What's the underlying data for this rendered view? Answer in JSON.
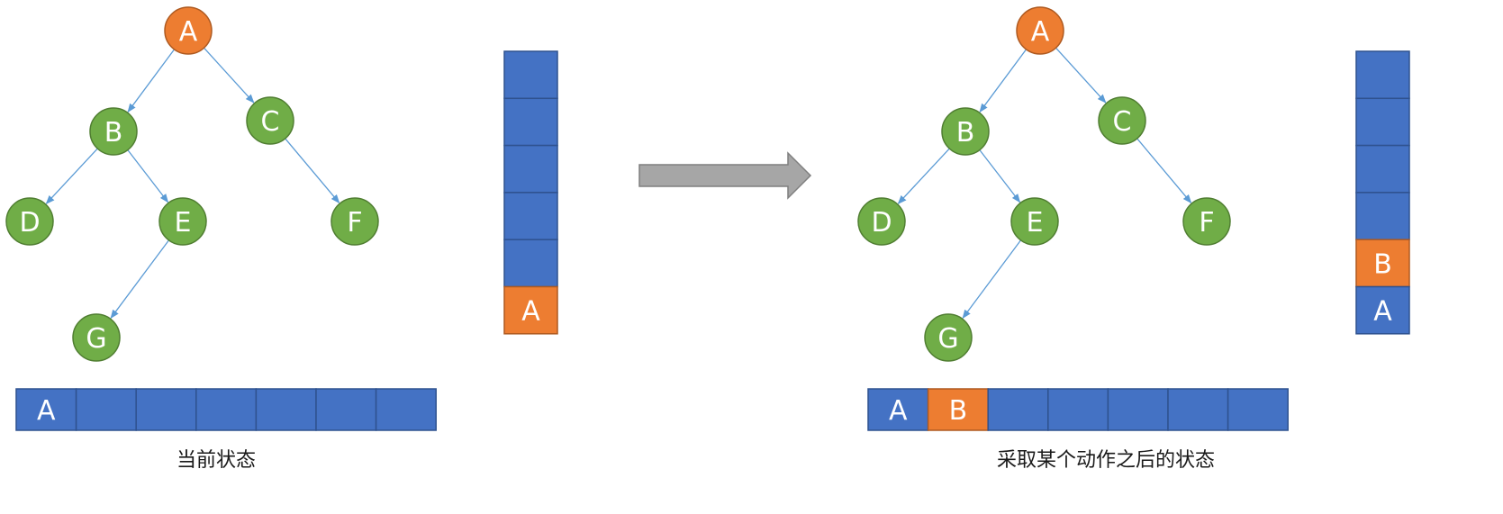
{
  "colors": {
    "node_green": "#70ad47",
    "node_green_stroke": "#507e32",
    "node_orange": "#ed7d31",
    "node_orange_stroke": "#ae5a21",
    "cell_blue": "#4472c4",
    "cell_blue_stroke": "#2f528f",
    "cell_orange": "#ed7d31",
    "edge": "#5b9bd5",
    "arrow_fill": "#a6a6a6",
    "arrow_stroke": "#7f7f7f"
  },
  "left": {
    "tree": {
      "nodes": [
        {
          "id": "A",
          "label": "A",
          "highlight": true
        },
        {
          "id": "B",
          "label": "B",
          "highlight": false
        },
        {
          "id": "C",
          "label": "C",
          "highlight": false
        },
        {
          "id": "D",
          "label": "D",
          "highlight": false
        },
        {
          "id": "E",
          "label": "E",
          "highlight": false
        },
        {
          "id": "F",
          "label": "F",
          "highlight": false
        },
        {
          "id": "G",
          "label": "G",
          "highlight": false
        }
      ],
      "edges": [
        [
          "A",
          "B"
        ],
        [
          "A",
          "C"
        ],
        [
          "B",
          "D"
        ],
        [
          "B",
          "E"
        ],
        [
          "C",
          "F"
        ],
        [
          "E",
          "G"
        ]
      ]
    },
    "stack": [
      "",
      "",
      "",
      "",
      "",
      "A"
    ],
    "stack_highlight": [
      5
    ],
    "queue": [
      "A",
      "",
      "",
      "",
      "",
      "",
      ""
    ],
    "queue_highlight": [],
    "caption": "当前状态"
  },
  "right": {
    "tree": {
      "nodes": [
        {
          "id": "A",
          "label": "A",
          "highlight": true
        },
        {
          "id": "B",
          "label": "B",
          "highlight": false
        },
        {
          "id": "C",
          "label": "C",
          "highlight": false
        },
        {
          "id": "D",
          "label": "D",
          "highlight": false
        },
        {
          "id": "E",
          "label": "E",
          "highlight": false
        },
        {
          "id": "F",
          "label": "F",
          "highlight": false
        },
        {
          "id": "G",
          "label": "G",
          "highlight": false
        }
      ],
      "edges": [
        [
          "A",
          "B"
        ],
        [
          "A",
          "C"
        ],
        [
          "B",
          "D"
        ],
        [
          "B",
          "E"
        ],
        [
          "C",
          "F"
        ],
        [
          "E",
          "G"
        ]
      ]
    },
    "stack": [
      "",
      "",
      "",
      "",
      "B",
      "A"
    ],
    "stack_highlight": [
      4
    ],
    "queue": [
      "A",
      "B",
      "",
      "",
      "",
      "",
      ""
    ],
    "queue_highlight": [
      1
    ],
    "caption": "采取某个动作之后的状态"
  }
}
